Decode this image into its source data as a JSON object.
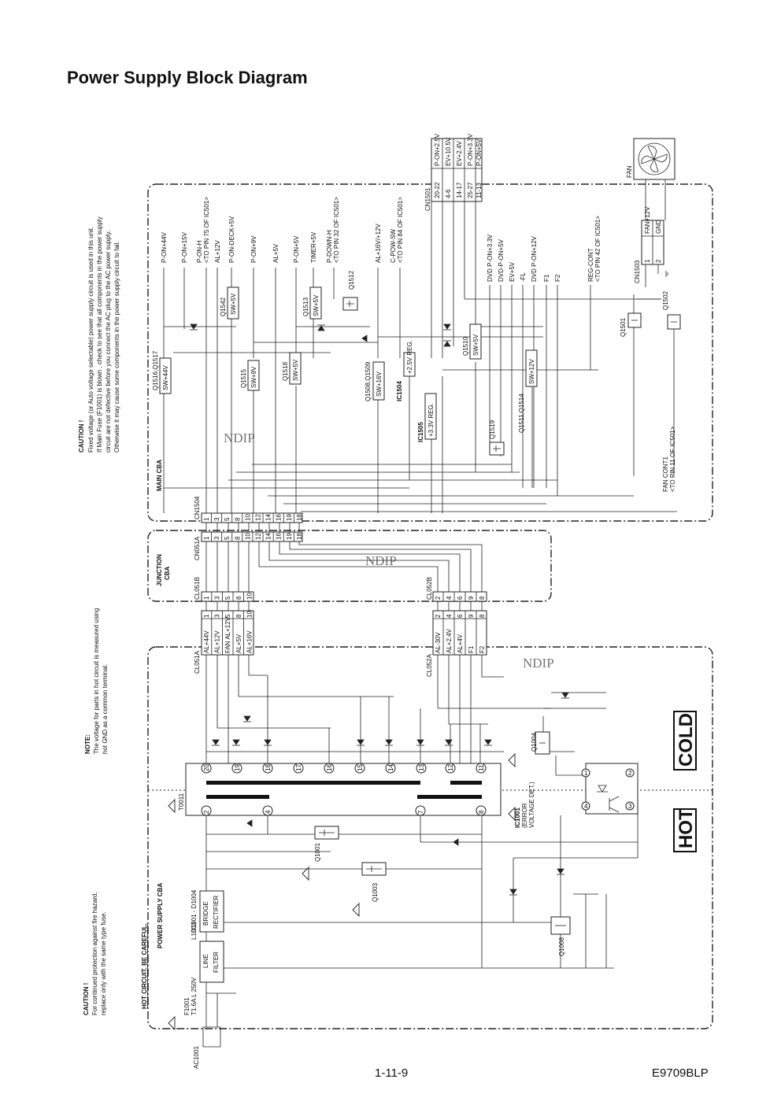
{
  "title": "Power Supply Block Diagram",
  "footer": {
    "page": "1-11-9",
    "model": "E9709BLP"
  },
  "notes": {
    "caution_top": {
      "heading": "CAUTION !",
      "lines": [
        "Fixed voltage (or Auto voltage selectable) power supply circuit is used in this unit.",
        "If Main Fuse (F1001) is blown , check to see that all components in the power supply",
        "circuit are not defective before you connect the AC plug to the AC power supply.",
        "Otherwise it may cause some components in the power supply circuit to fail."
      ]
    },
    "note_mid": {
      "heading": "NOTE:",
      "lines": [
        "The voltage for parts in hot circuit is measured using",
        "hot GND as a common terminal."
      ]
    },
    "caution_bottom": {
      "heading": "CAUTION !",
      "lines": [
        "For continued protection against fire hazard,",
        "replace only with the same type fuse."
      ]
    }
  },
  "boards": {
    "main": "MAIN CBA",
    "junction": [
      "JUNCTION",
      "CBA"
    ],
    "power": "POWER SUPPLY CBA",
    "hot_warning": "HOT CIRCUIT. BE CAREFUL."
  },
  "watermark": "NDIP",
  "zones": {
    "hot": "HOT",
    "cold": "COLD"
  },
  "power_outputs": [
    "P-ON+44V",
    "P-ON+15V",
    "P-ON-H",
    "<TO PIN 75 OF IC501>",
    "AL+12V",
    "P-ON-DECK+5V",
    "P-ON+9V",
    "AL+5V",
    "P-ON+5V",
    "TIMER+5V",
    "P-DOWN-H",
    "<TO PIN 32 OF IC501>",
    "AL+16V/+12V",
    "C-POW-SW",
    "<TO PIN 84 OF IC501>"
  ],
  "cn1501": {
    "label": "CN1501",
    "pins": [
      {
        "pin": "20-22",
        "signal": "P-ON+2.5V"
      },
      {
        "pin": "4-6",
        "signal": "EV+10.5V"
      },
      {
        "pin": "14-17",
        "signal": "EV+2.4V"
      },
      {
        "pin": "25-27",
        "signal": "P-ON+3.3V"
      },
      {
        "pin": "11-13",
        "signal": "P-ON+5V"
      }
    ]
  },
  "dvd_outputs": [
    "DVD P-ON+3.3V",
    "DVD-P-ON+5V",
    "EV+5V",
    "-FL",
    "DVD P-ON+12V",
    "F1",
    "F2"
  ],
  "reg_cont": [
    "REG-CONT",
    "<TO PIN 42 OF IC501>"
  ],
  "fan": {
    "label": "FAN",
    "connector": "CN1503",
    "pins": [
      {
        "pin": "1",
        "signal": "FAN+12V"
      },
      {
        "pin": "2",
        "signal": "GND"
      }
    ],
    "control": [
      "FAN CONT1",
      "<TO PIN 11 OF IC501>"
    ]
  },
  "main_switches": [
    {
      "ref": "Q1516,Q1517",
      "label": "SW+44V"
    },
    {
      "ref": "Q1542",
      "label": "SW+5V"
    },
    {
      "ref": "Q1515",
      "label": "SW+9V"
    },
    {
      "ref": "Q1518",
      "label": "SW+5V"
    },
    {
      "ref": "Q1513",
      "label": "SW+5V"
    },
    {
      "ref": "Q1508,Q1509",
      "label": "SW+16V"
    },
    {
      "ref": "Q1510",
      "label": "SW+5V"
    },
    {
      "ref": "Q1511,Q1514",
      "label": "SW+12V"
    }
  ],
  "regulators": [
    {
      "ref": "IC1504",
      "label": "+2.5V REG."
    },
    {
      "ref": "IC1505",
      "label": "+3.3V REG."
    }
  ],
  "transistors": [
    "Q1512",
    "Q1519",
    "Q1501",
    "Q1502"
  ],
  "connectors": {
    "cn1504": {
      "label": "CN1504",
      "pins": [
        "1",
        "3",
        "5",
        "8",
        "10",
        "12",
        "14",
        "16",
        "19",
        "18"
      ]
    },
    "cn051a": {
      "label": "CN051A",
      "pins": [
        "1",
        "3",
        "5",
        "8",
        "10",
        "12",
        "14",
        "16",
        "19",
        "18"
      ]
    },
    "cl051b": {
      "label": "CL051B",
      "pins": [
        "1",
        "3",
        "5",
        "8",
        "10"
      ]
    },
    "cl052b": {
      "label": "CL052B",
      "pins": [
        "2",
        "4",
        "6",
        "9",
        "8"
      ]
    },
    "cl051a": {
      "label": "CL051A",
      "pins": [
        {
          "pin": "1",
          "signal": "AL+44V"
        },
        {
          "pin": "3",
          "signal": "AL+12V"
        },
        {
          "pin": "5",
          "signal": "FAN AL+12V"
        },
        {
          "pin": "8",
          "signal": "AL+5V"
        },
        {
          "pin": "10",
          "signal": "AL+16V"
        }
      ]
    },
    "cl052a": {
      "label": "CL052A",
      "pins": [
        {
          "pin": "2",
          "signal": "AL-30V"
        },
        {
          "pin": "4",
          "signal": "AL+2.4V"
        },
        {
          "pin": "6",
          "signal": "AL+4V"
        },
        {
          "pin": "9",
          "signal": "F1"
        },
        {
          "pin": "8",
          "signal": "F2"
        }
      ]
    }
  },
  "transformer": {
    "ref": "T0011",
    "secondary_pins": [
      "20",
      "19",
      "18",
      "17",
      "16",
      "15",
      "14",
      "13",
      "12",
      "11"
    ],
    "primary_pins": [
      "2",
      "4",
      "7",
      "8"
    ]
  },
  "power_components": {
    "ac": "AC1001",
    "fuse": [
      "F1001",
      "T1.6A L 250V"
    ],
    "filter_ref": "L1003",
    "filter": [
      "LINE",
      "FILTER"
    ],
    "bridge_ref": "D1001 - D1004",
    "bridge": [
      "BRIDGE",
      "RECTIFIER"
    ],
    "q1001": "Q1001",
    "q1003": "Q1003",
    "q1004": "Q1004",
    "q1008": "Q1008",
    "ic1001": [
      "IC1001",
      "(ERROR",
      "VOLTAGE DET.)"
    ],
    "opto_pins": [
      "1",
      "2",
      "3",
      "4"
    ]
  }
}
